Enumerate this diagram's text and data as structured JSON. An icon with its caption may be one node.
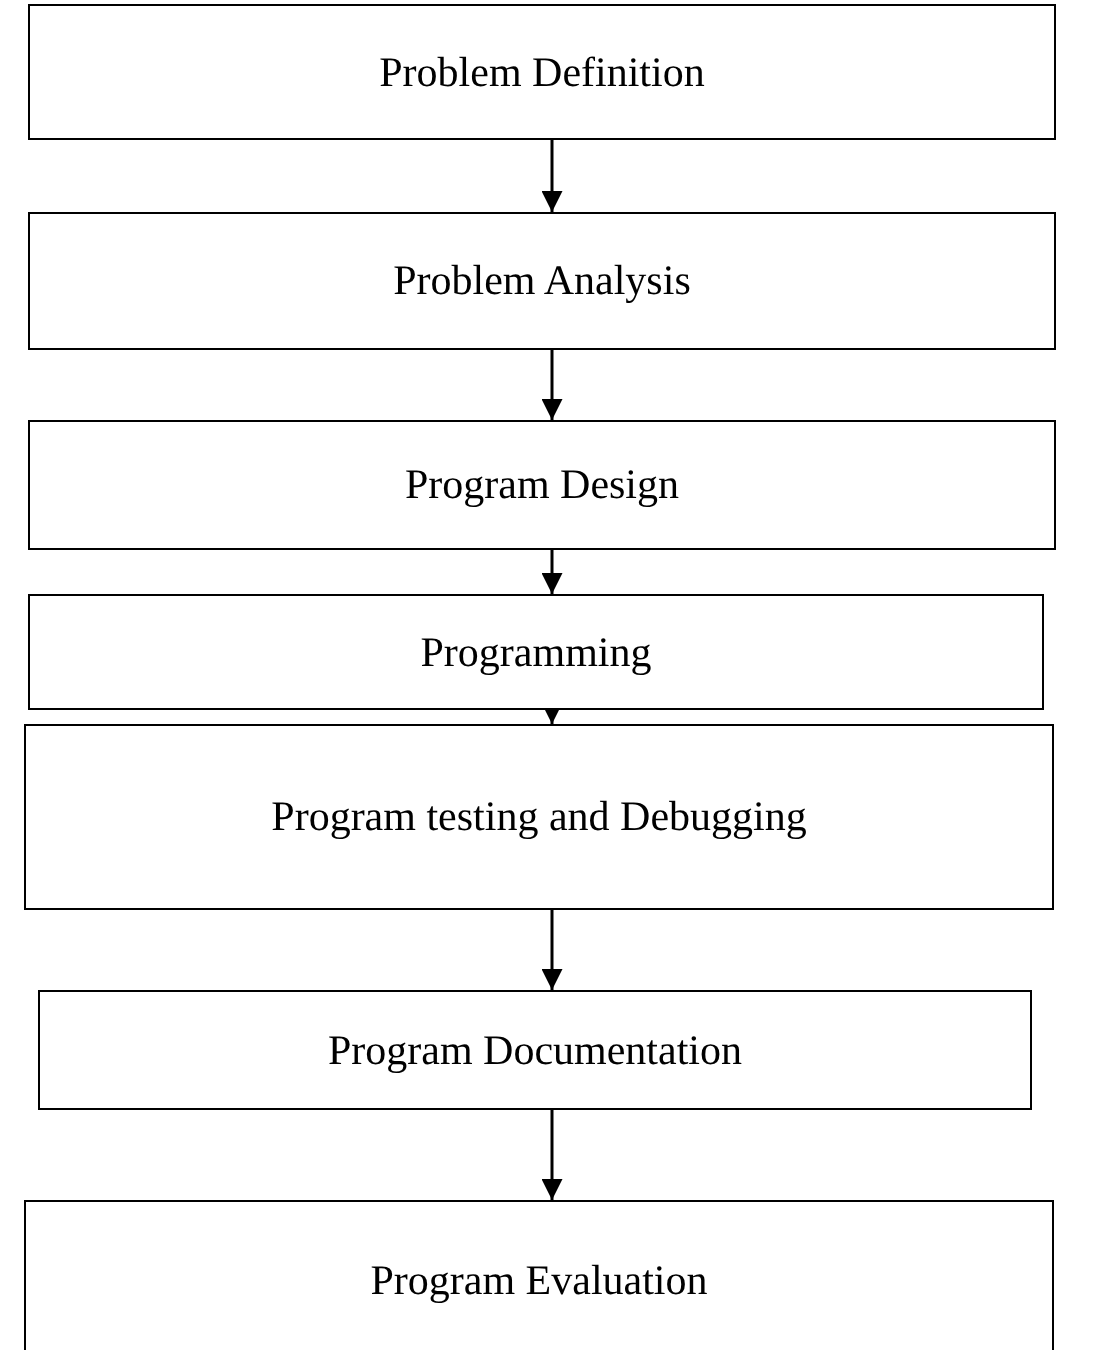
{
  "diagram": {
    "nodes": [
      {
        "text": [
          "Problem Definition"
        ]
      },
      {
        "text": [
          "Problem Analysis"
        ]
      },
      {
        "text": [
          "Program Design"
        ]
      },
      {
        "text": [
          "Programming"
        ]
      },
      {
        "text": [
          "Program testing and Debugging"
        ]
      },
      {
        "text": [
          "Program Documentation"
        ]
      },
      {
        "text": [
          "Program Evaluation"
        ]
      }
    ],
    "edges": [
      {
        "from": 0,
        "to": 1,
        "arrow": "to"
      },
      {
        "from": 1,
        "to": 2,
        "arrow": "to"
      },
      {
        "from": 2,
        "to": 3,
        "arrow": "to"
      },
      {
        "from": 3,
        "to": 4,
        "arrow": "to"
      },
      {
        "from": 4,
        "to": 5,
        "arrow": "to"
      },
      {
        "from": 5,
        "to": 6,
        "arrow": "to"
      }
    ]
  }
}
